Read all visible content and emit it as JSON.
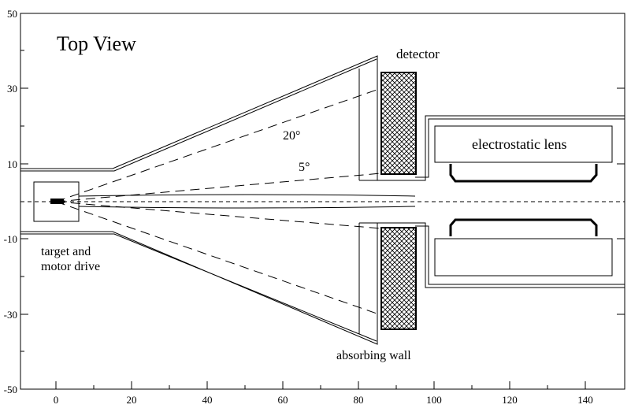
{
  "title": "Top View",
  "labels": {
    "detector": "detector",
    "lens": "electrostatic lens",
    "angle_20": "20°",
    "angle_5": "5°",
    "target_line1": "target and",
    "target_line2": "motor drive",
    "wall": "absorbing wall"
  },
  "axes": {
    "x_ticks": [
      "0",
      "20",
      "40",
      "60",
      "80",
      "100",
      "120",
      "140"
    ],
    "y_ticks": [
      "50",
      "30",
      "10",
      "-10",
      "-30",
      "-50"
    ]
  },
  "colors": {
    "line": "#000000",
    "background": "#ffffff"
  }
}
